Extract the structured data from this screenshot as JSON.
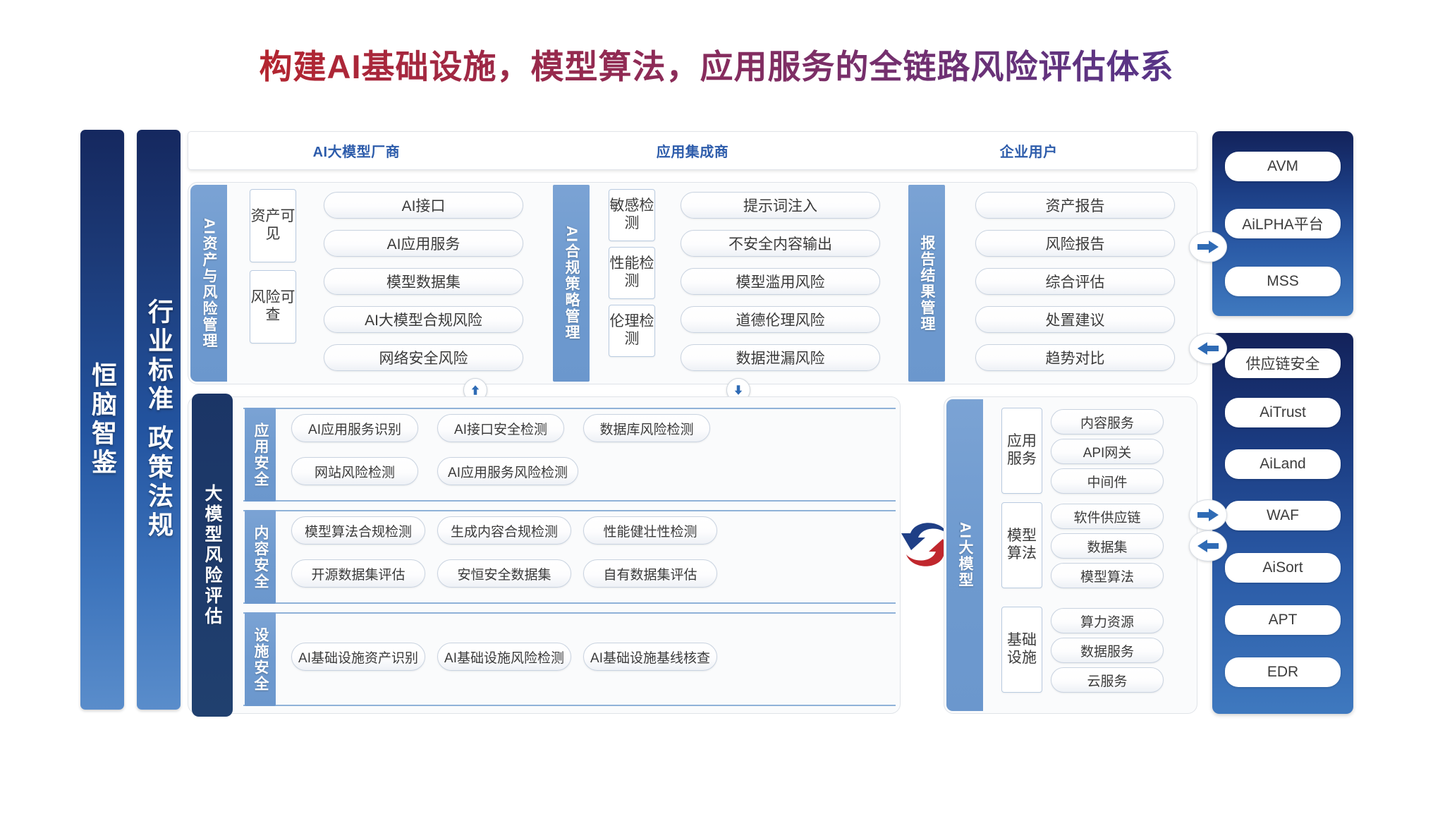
{
  "title": "构建AI基础设施，模型算法，应用服务的全链路风险评估体系",
  "pillars": [
    {
      "label": "恒脑智鉴"
    },
    {
      "label": "行业标准  政策法规"
    }
  ],
  "band": {
    "cells": [
      "AI大模型厂商",
      "应用集成商",
      "企业用户"
    ]
  },
  "top_row": {
    "asset_section": {
      "tab": "AI资产与风险管理",
      "groups": [
        "资产可见",
        "风险可查"
      ],
      "items": [
        "AI接口",
        "AI应用服务",
        "模型数据集",
        "AI大模型合规风险",
        "网络安全风险"
      ]
    },
    "compliance_section": {
      "tab": "AI合规策略管理",
      "groups": [
        "敏感检测",
        "性能检测",
        "伦理检测"
      ],
      "items": [
        "提示词注入",
        "不安全内容输出",
        "模型滥用风险",
        "道德伦理风险",
        "数据泄漏风险"
      ]
    },
    "report_section": {
      "tab": "报告结果管理",
      "items": [
        "资产报告",
        "风险报告",
        "综合评估",
        "处置建议",
        "趋势对比"
      ]
    }
  },
  "bottom_row": {
    "assessment_section": {
      "tab": "大模型风险评估",
      "subsections": [
        {
          "label": "应用安全",
          "items": [
            "AI应用服务识别",
            "AI接口安全检测",
            "数据库风险检测",
            "网站风险检测",
            "AI应用服务风险检测"
          ]
        },
        {
          "label": "内容安全",
          "items": [
            "模型算法合规检测",
            "生成内容合规检测",
            "性能健壮性检测",
            "开源数据集评估",
            "安恒安全数据集",
            "自有数据集评估"
          ]
        },
        {
          "label": "设施安全",
          "items": [
            "AI基础设施资产识别",
            "AI基础设施风险检测",
            "AI基础设施基线核查"
          ]
        }
      ]
    },
    "model_section": {
      "tab": "AI大模型",
      "groups": [
        {
          "label": "应用服务",
          "items": [
            "内容服务",
            "API网关",
            "中间件"
          ]
        },
        {
          "label": "模型算法",
          "items": [
            "软件供应链",
            "数据集",
            "模型算法"
          ]
        },
        {
          "label": "基础设施",
          "items": [
            "算力资源",
            "数据服务",
            "云服务"
          ]
        }
      ]
    }
  },
  "right_rail": {
    "top_panel": [
      "AVM",
      "AiLPHA平台",
      "MSS"
    ],
    "bottom_panel": [
      "供应链安全",
      "AiTrust",
      "AiLand",
      "WAF",
      "AiSort",
      "APT",
      "EDR"
    ]
  },
  "icons": {
    "arrow_up": "arrow-up-icon",
    "arrow_down": "arrow-down-icon",
    "arrow_right": "arrow-right-icon",
    "arrow_left": "arrow-left-icon",
    "exchange": "exchange-arrows-icon"
  },
  "colors": {
    "title_start": "#c0202a",
    "title_end": "#4a3a93",
    "pillar": "#1c3a77",
    "tab_blue": "#6e9acf",
    "tab_navy": "#1b3566",
    "band_text": "#2d5cab",
    "rail": "#2a5aa6",
    "swirl_blue": "#1f3f86",
    "swirl_red": "#c0272d"
  }
}
